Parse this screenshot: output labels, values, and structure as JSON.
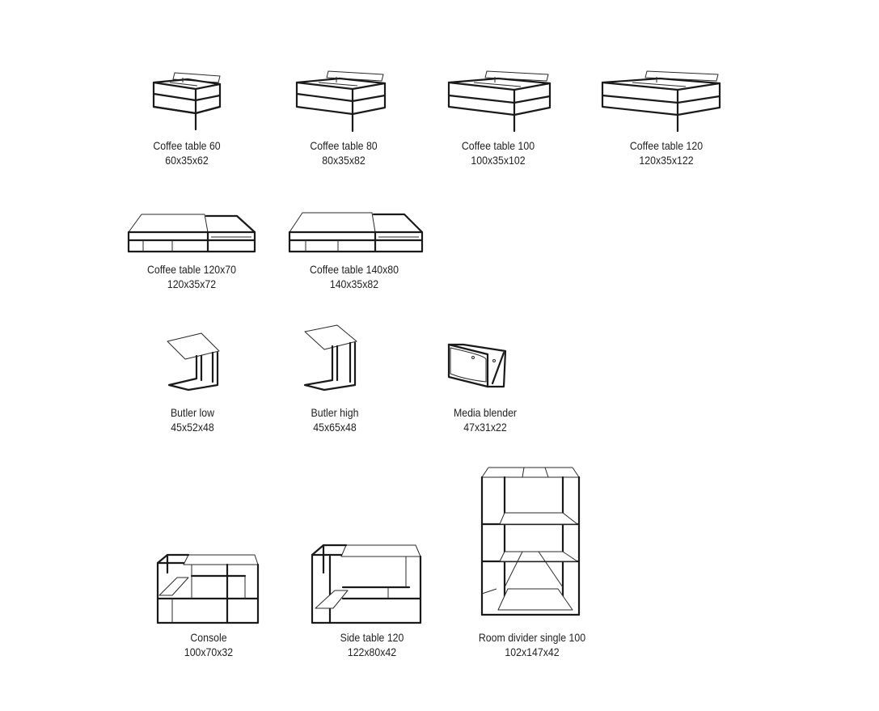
{
  "products": [
    {
      "name": "Coffee table 60",
      "dims": "60x35x62"
    },
    {
      "name": "Coffee table 80",
      "dims": "80x35x82"
    },
    {
      "name": "Coffee table 100",
      "dims": "100x35x102"
    },
    {
      "name": "Coffee table 120",
      "dims": "120x35x122"
    },
    {
      "name": "Coffee table 120x70",
      "dims": "120x35x72"
    },
    {
      "name": "Coffee table 140x80",
      "dims": "140x35x82"
    },
    {
      "name": "Butler low",
      "dims": "45x52x48"
    },
    {
      "name": "Butler high",
      "dims": "45x65x48"
    },
    {
      "name": "Media blender",
      "dims": "47x31x22"
    },
    {
      "name": "Console",
      "dims": "100x70x32"
    },
    {
      "name": "Side table 120",
      "dims": "122x80x42"
    },
    {
      "name": "Room divider single 100",
      "dims": "102x147x42"
    }
  ]
}
